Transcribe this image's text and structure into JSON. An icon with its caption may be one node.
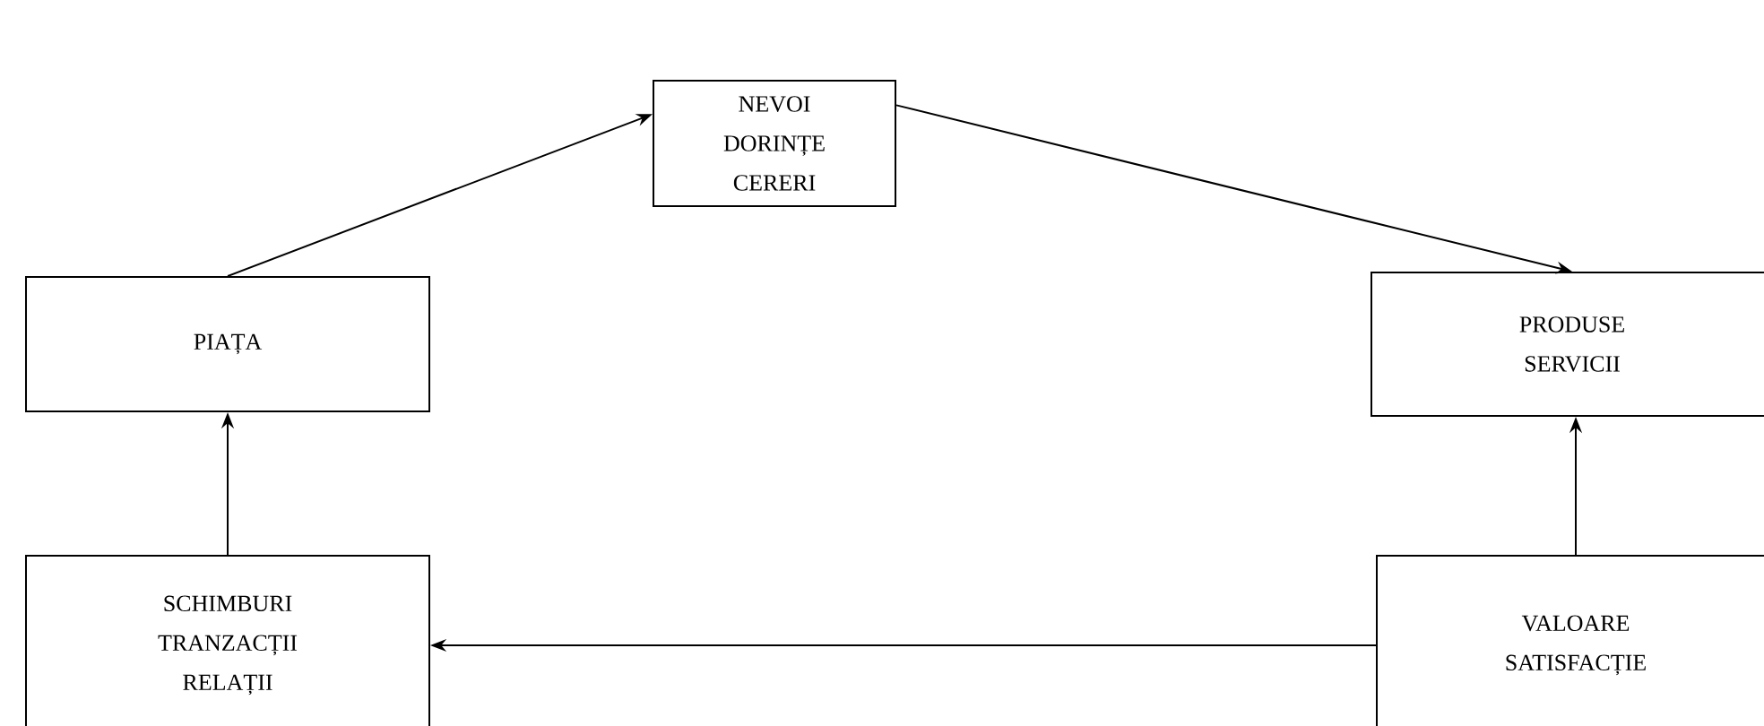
{
  "diagram": {
    "nodes": [
      {
        "text": [
          "NEVOI DORINȚE CERERI"
        ]
      },
      {
        "text": [
          "PIAȚA"
        ]
      },
      {
        "text": [
          "PRODUSE SERVICII"
        ]
      },
      {
        "text": [
          "SCHIMBURI TRANZACȚII RELAȚII"
        ]
      },
      {
        "text": [
          "VALOARE SATISFACȚIE"
        ]
      }
    ],
    "edges": [
      {
        "from": 1,
        "to": 0,
        "arrow": "to"
      },
      {
        "from": 0,
        "to": 2,
        "arrow": "to"
      },
      {
        "from": 3,
        "to": 1,
        "arrow": "to"
      },
      {
        "from": 4,
        "to": 2,
        "arrow": "to"
      },
      {
        "from": 4,
        "to": 3,
        "arrow": "to"
      }
    ]
  }
}
